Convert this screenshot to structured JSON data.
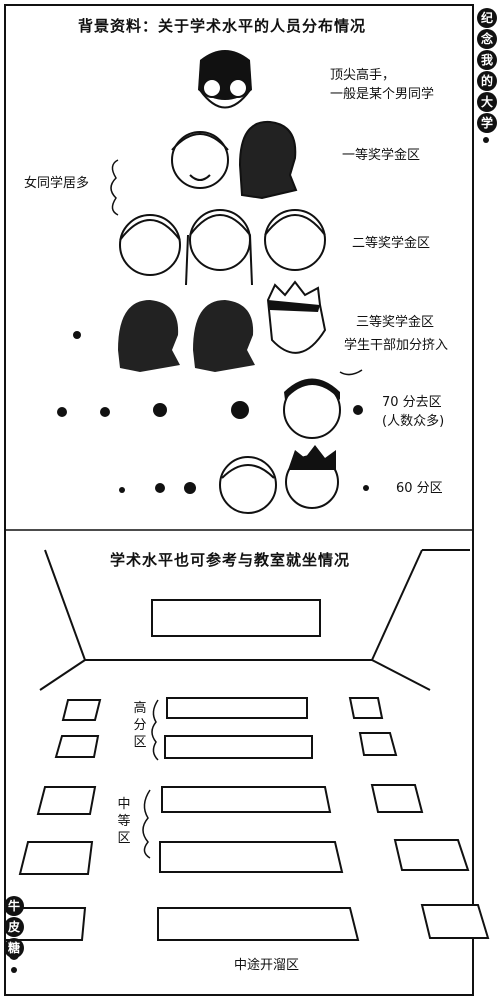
{
  "top": {
    "title": "背景资料：关于学术水平的人员分布情况",
    "labels": {
      "top_master": "顶尖高手，",
      "top_master_sub": "一般是某个男同学",
      "first_prize": "一等奖学金区",
      "girls_majority": "女同学居多",
      "second_prize": "二等奖学金区",
      "third_prize": "三等奖学金区",
      "cadre_bonus": "学生干部加分挤入",
      "seventy": "70 分去区",
      "seventy_sub": "(人数众多)",
      "sixty": "60 分区"
    }
  },
  "side_banner": {
    "chars": [
      "纪",
      "念",
      "我",
      "的",
      "大",
      "学"
    ]
  },
  "bottom": {
    "title": "学术水平也可参考与教室就坐情况",
    "zones": {
      "high": "高分区",
      "middle": "中等区",
      "slack": "中途开溜区"
    }
  },
  "signature": {
    "chars": [
      "牛",
      "皮",
      "糖"
    ]
  }
}
